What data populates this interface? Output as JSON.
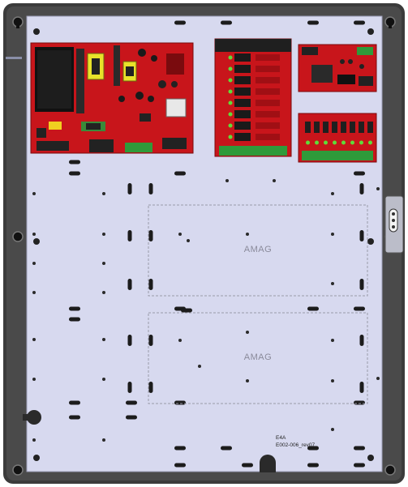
{
  "panel": {
    "backplate_color": "#d7d9ef",
    "enclosure_color": "#3a3a3a",
    "zone_label_top": "AMAG",
    "zone_label_bottom": "AMAG",
    "model_label": "E4A",
    "part_label": "E002-006_rev07"
  },
  "boards": [
    {
      "name": "power-supply-board",
      "color": "#c4161c"
    },
    {
      "name": "relay-board",
      "color": "#c4161c"
    },
    {
      "name": "small-controller-board",
      "color": "#c4161c"
    },
    {
      "name": "fuse-distribution-board",
      "color": "#c4161c"
    }
  ],
  "colors": {
    "board_red": "#c8151b",
    "terminal_green": "#2f9a3a",
    "led_green": "#5fdc3a",
    "slot_dark": "#1c1c1c"
  }
}
